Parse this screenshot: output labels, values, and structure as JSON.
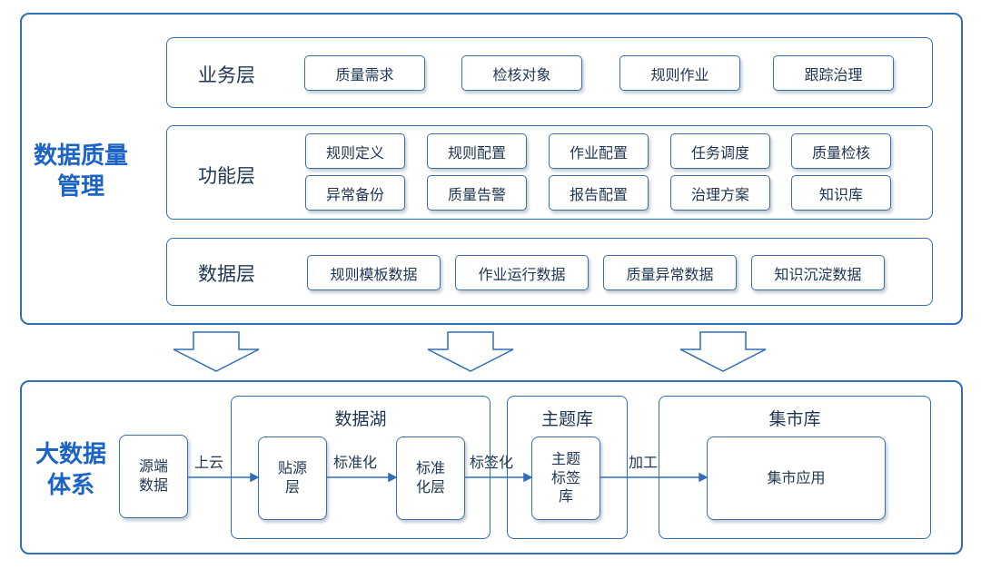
{
  "top": {
    "title": "数据质量\n管理",
    "layers": {
      "business": {
        "title": "业务层",
        "items": [
          "质量需求",
          "检核对象",
          "规则作业",
          "跟踪治理"
        ]
      },
      "function": {
        "title": "功能层",
        "row1": [
          "规则定义",
          "规则配置",
          "作业配置",
          "任务调度",
          "质量检核"
        ],
        "row2": [
          "异常备份",
          "质量告警",
          "报告配置",
          "治理方案",
          "知识库"
        ]
      },
      "data": {
        "title": "数据层",
        "items": [
          "规则模板数据",
          "作业运行数据",
          "质量异常数据",
          "知识沉淀数据"
        ]
      }
    }
  },
  "bottom": {
    "title": "大数据\n体系",
    "source": "源端\n数据",
    "lake": {
      "title": "数据湖",
      "paste_layer": "贴源\n层",
      "std_layer": "标准\n化层"
    },
    "theme": {
      "title": "主题库",
      "tag_lib": "主题\n标签\n库"
    },
    "market": {
      "title": "集市库",
      "app": "集市应用"
    },
    "edges": {
      "upload": "上云",
      "standardize": "标准化",
      "tagging": "标签化",
      "process": "加工"
    }
  },
  "colors": {
    "border": "#2e6fb7",
    "title": "#1b63c4",
    "text": "#1f3553"
  }
}
